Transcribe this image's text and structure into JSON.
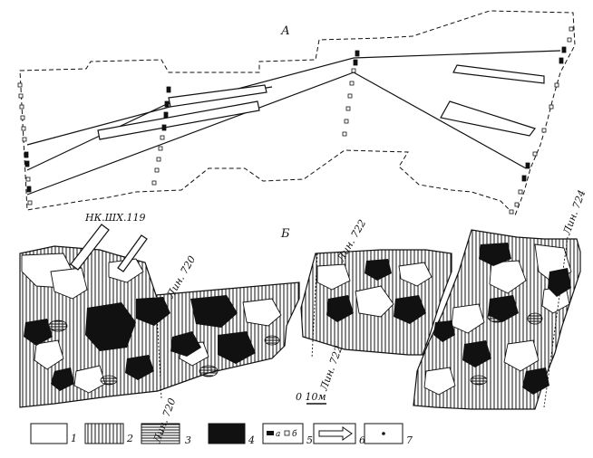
{
  "panel_a": {
    "label": "А"
  },
  "panel_b": {
    "label": "Б",
    "annotations": {
      "shaft": "НК.ШХ.119",
      "line_720_top": "Лин. 720",
      "line_722_top": "Лин. 722",
      "line_724_top": "Лин. 724",
      "line_722_bottom": "Лин. 722",
      "line_720_bottom": "Лин. 720"
    },
    "scale": "0  10м"
  },
  "legend": [
    {
      "num": "1",
      "pattern": "blank"
    },
    {
      "num": "2",
      "pattern": "vertical-hatch"
    },
    {
      "num": "3",
      "pattern": "horizontal-hatch"
    },
    {
      "num": "4",
      "pattern": "solid-black"
    },
    {
      "num": "5",
      "pattern": "marker-a-b",
      "sub_a": "а",
      "sub_b": "б"
    },
    {
      "num": "6",
      "pattern": "arrow"
    },
    {
      "num": "7",
      "pattern": "dot"
    }
  ],
  "colors": {
    "ink": "#111111",
    "paper": "#ffffff"
  }
}
